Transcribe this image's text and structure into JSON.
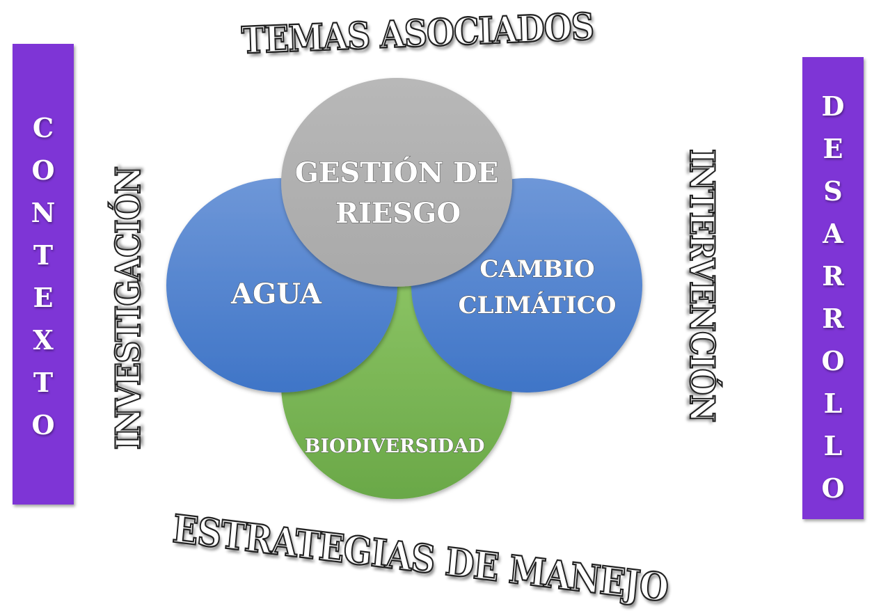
{
  "titles": {
    "top": "TEMAS ASOCIADOS",
    "bottom": "ESTRATEGIAS DE MANEJO",
    "left": "INVESTIGACIÓN",
    "right": "INTERVENCIÓN"
  },
  "bars": {
    "left": {
      "letters": [
        "C",
        "O",
        "N",
        "T",
        "E",
        "X",
        "T",
        "O"
      ],
      "color": "#7e35d6"
    },
    "right": {
      "letters": [
        "D",
        "E",
        "S",
        "A",
        "R",
        "R",
        "O",
        "L",
        "L",
        "O"
      ],
      "color": "#7e35d6"
    }
  },
  "circles": {
    "top": {
      "lines": [
        "GESTIÓN DE",
        "RIESGO"
      ],
      "color": "#b3b3b3"
    },
    "left": {
      "lines": [
        "AGUA"
      ],
      "color": "#4f7fcf"
    },
    "right": {
      "lines": [
        "CAMBIO",
        "CLIMÁTICO"
      ],
      "color": "#4f7fcf"
    },
    "bottom": {
      "lines": [
        "BIODIVERSIDAD"
      ],
      "color": "#7ab555"
    }
  }
}
